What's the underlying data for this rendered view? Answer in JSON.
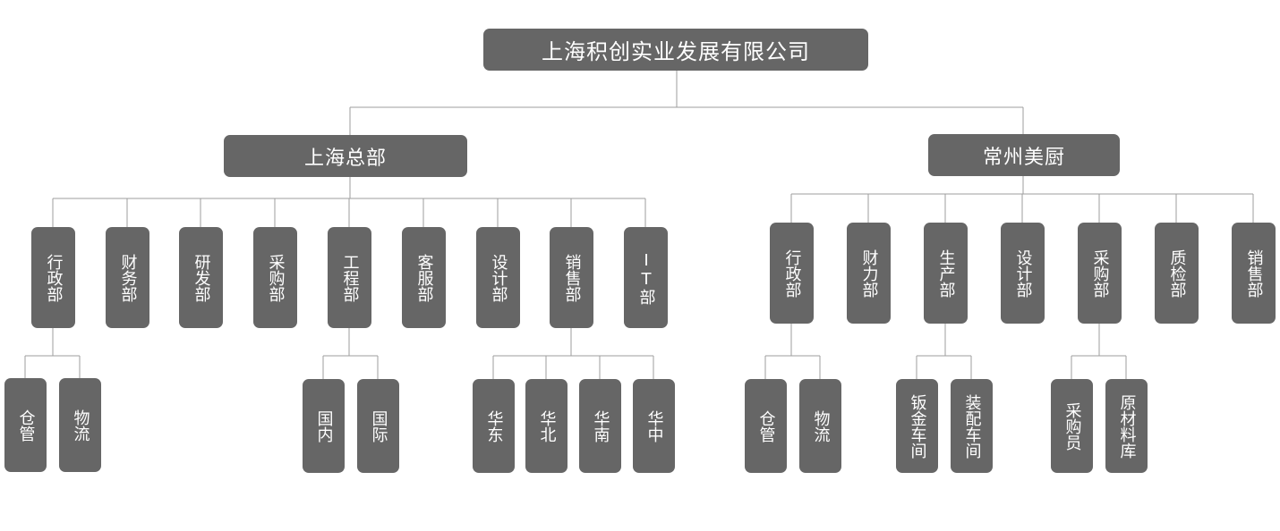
{
  "root": "上海积创实业发展有限公司",
  "branches": [
    {
      "name": "上海总部",
      "departments": [
        "行政部",
        "财务部",
        "研发部",
        "采购部",
        "工程部",
        "客服部",
        "设计部",
        "销售部",
        "IT部"
      ],
      "sub_units": {
        "行政部": [
          "仓管",
          "物流"
        ],
        "工程部": [
          "国内",
          "国际"
        ],
        "销售部": [
          "华东",
          "华北",
          "华南",
          "华中"
        ]
      }
    },
    {
      "name": "常州美厨",
      "departments": [
        "行政部",
        "财力部",
        "生产部",
        "设计部",
        "采购部",
        "质检部",
        "销售部"
      ],
      "sub_units": {
        "行政部": [
          "仓管",
          "物流"
        ],
        "生产部": [
          "钣金车间",
          "装配车间"
        ],
        "采购部": [
          "采购员",
          "原材料库"
        ]
      }
    }
  ],
  "colors": {
    "box": "#666666",
    "text": "#ffffff",
    "line": "#9e9e9e"
  }
}
